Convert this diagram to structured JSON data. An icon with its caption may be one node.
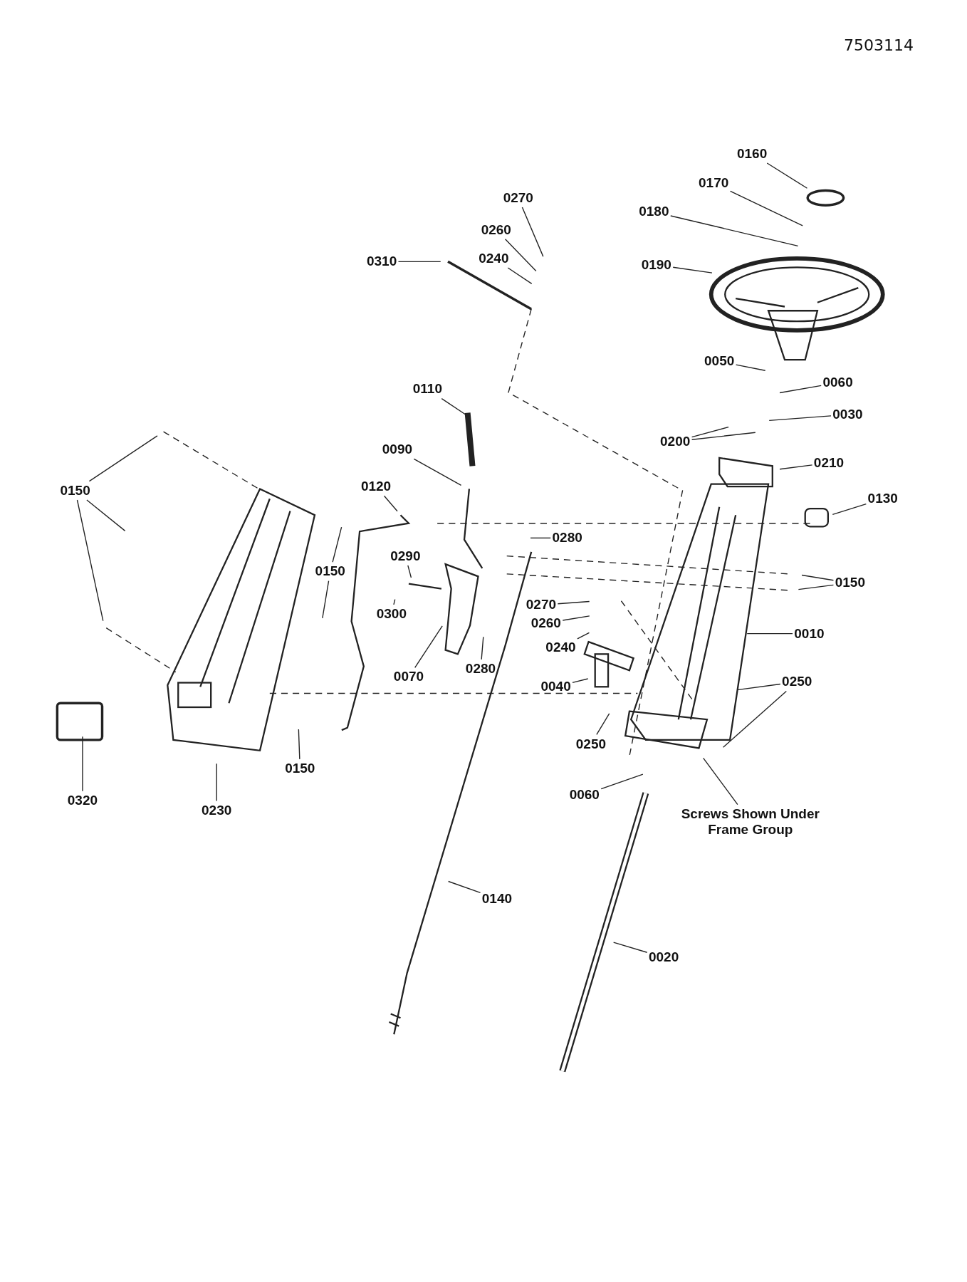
{
  "diagram": {
    "nodes": [
      {
        "text": [
          "0160"
        ]
      },
      {
        "text": [
          "0170"
        ]
      },
      {
        "text": [
          "0180"
        ]
      },
      {
        "text": [
          "0190"
        ]
      },
      {
        "text": [
          "0270"
        ]
      },
      {
        "text": [
          "0260"
        ]
      },
      {
        "text": [
          "0240"
        ]
      },
      {
        "text": [
          "0310"
        ]
      },
      {
        "text": [
          "0050"
        ]
      },
      {
        "text": [
          "0060"
        ]
      },
      {
        "text": [
          "0030"
        ]
      },
      {
        "text": [
          "0200"
        ]
      },
      {
        "text": [
          "0110"
        ]
      },
      {
        "text": [
          "0090"
        ]
      },
      {
        "text": [
          "0210"
        ]
      },
      {
        "text": [
          "0120"
        ]
      },
      {
        "text": [
          "0130"
        ]
      },
      {
        "text": [
          "0150"
        ]
      },
      {
        "text": [
          "0150"
        ]
      },
      {
        "text": [
          "0280"
        ]
      },
      {
        "text": [
          "0150"
        ]
      },
      {
        "text": [
          "0290"
        ]
      },
      {
        "text": [
          "0300"
        ]
      },
      {
        "text": [
          "0270"
        ]
      },
      {
        "text": [
          "0260"
        ]
      },
      {
        "text": [
          "0010"
        ]
      },
      {
        "text": [
          "0240"
        ]
      },
      {
        "text": [
          "0280"
        ]
      },
      {
        "text": [
          "0070"
        ]
      },
      {
        "text": [
          "0040"
        ]
      },
      {
        "text": [
          "0250"
        ]
      },
      {
        "text": [
          "0250"
        ]
      },
      {
        "text": [
          "0320"
        ]
      },
      {
        "text": [
          "0230"
        ]
      },
      {
        "text": [
          "0150"
        ]
      },
      {
        "text": [
          "0060"
        ]
      },
      {
        "text": [
          "Screws Shown Under Frame Group"
        ]
      },
      {
        "text": [
          "0140"
        ]
      },
      {
        "text": [
          "0020"
        ]
      }
    ],
    "edges": [
      {
        "from": 0,
        "to": null,
        "arrow": "none"
      },
      {
        "from": 1,
        "to": null,
        "arrow": "none"
      },
      {
        "from": 2,
        "to": null,
        "arrow": "none"
      },
      {
        "from": 3,
        "to": null,
        "arrow": "none"
      },
      {
        "from": 4,
        "to": null,
        "arrow": "none"
      },
      {
        "from": 5,
        "to": null,
        "arrow": "none"
      },
      {
        "from": 6,
        "to": null,
        "arrow": "none"
      },
      {
        "from": 7,
        "to": null,
        "arrow": "none"
      },
      {
        "from": 8,
        "to": null,
        "arrow": "none"
      },
      {
        "from": 9,
        "to": null,
        "arrow": "none"
      },
      {
        "from": 10,
        "to": null,
        "arrow": "none"
      },
      {
        "from": 11,
        "to": null,
        "arrow": "none"
      },
      {
        "from": 11,
        "to": null,
        "arrow": "none"
      },
      {
        "from": 12,
        "to": null,
        "arrow": "none"
      },
      {
        "from": 13,
        "to": null,
        "arrow": "none"
      },
      {
        "from": 14,
        "to": null,
        "arrow": "none"
      },
      {
        "from": 15,
        "to": null,
        "arrow": "none"
      },
      {
        "from": 16,
        "to": null,
        "arrow": "none"
      },
      {
        "from": 17,
        "to": null,
        "arrow": "none"
      },
      {
        "from": 17,
        "to": null,
        "arrow": "none"
      },
      {
        "from": 17,
        "to": null,
        "arrow": "none"
      },
      {
        "from": 18,
        "to": null,
        "arrow": "none"
      },
      {
        "from": 18,
        "to": null,
        "arrow": "none"
      },
      {
        "from": 19,
        "to": null,
        "arrow": "none"
      },
      {
        "from": 20,
        "to": null,
        "arrow": "none"
      },
      {
        "from": 20,
        "to": null,
        "arrow": "none"
      },
      {
        "from": 21,
        "to": null,
        "arrow": "none"
      },
      {
        "from": 22,
        "to": null,
        "arrow": "none"
      },
      {
        "from": 23,
        "to": null,
        "arrow": "none"
      },
      {
        "from": 24,
        "to": null,
        "arrow": "none"
      },
      {
        "from": 25,
        "to": null,
        "arrow": "none"
      },
      {
        "from": 26,
        "to": null,
        "arrow": "none"
      },
      {
        "from": 27,
        "to": null,
        "arrow": "none"
      },
      {
        "from": 28,
        "to": null,
        "arrow": "none"
      },
      {
        "from": 29,
        "to": null,
        "arrow": "none"
      },
      {
        "from": 30,
        "to": null,
        "arrow": "none"
      },
      {
        "from": 30,
        "to": null,
        "arrow": "none"
      },
      {
        "from": 31,
        "to": null,
        "arrow": "none"
      },
      {
        "from": 32,
        "to": null,
        "arrow": "none"
      },
      {
        "from": 33,
        "to": null,
        "arrow": "none"
      },
      {
        "from": 34,
        "to": null,
        "arrow": "none"
      },
      {
        "from": 35,
        "to": null,
        "arrow": "none"
      },
      {
        "from": 36,
        "to": null,
        "arrow": "none"
      },
      {
        "from": 37,
        "to": null,
        "arrow": "none"
      },
      {
        "from": 38,
        "to": null,
        "arrow": "none"
      }
    ],
    "labels": [
      "7503114"
    ]
  }
}
